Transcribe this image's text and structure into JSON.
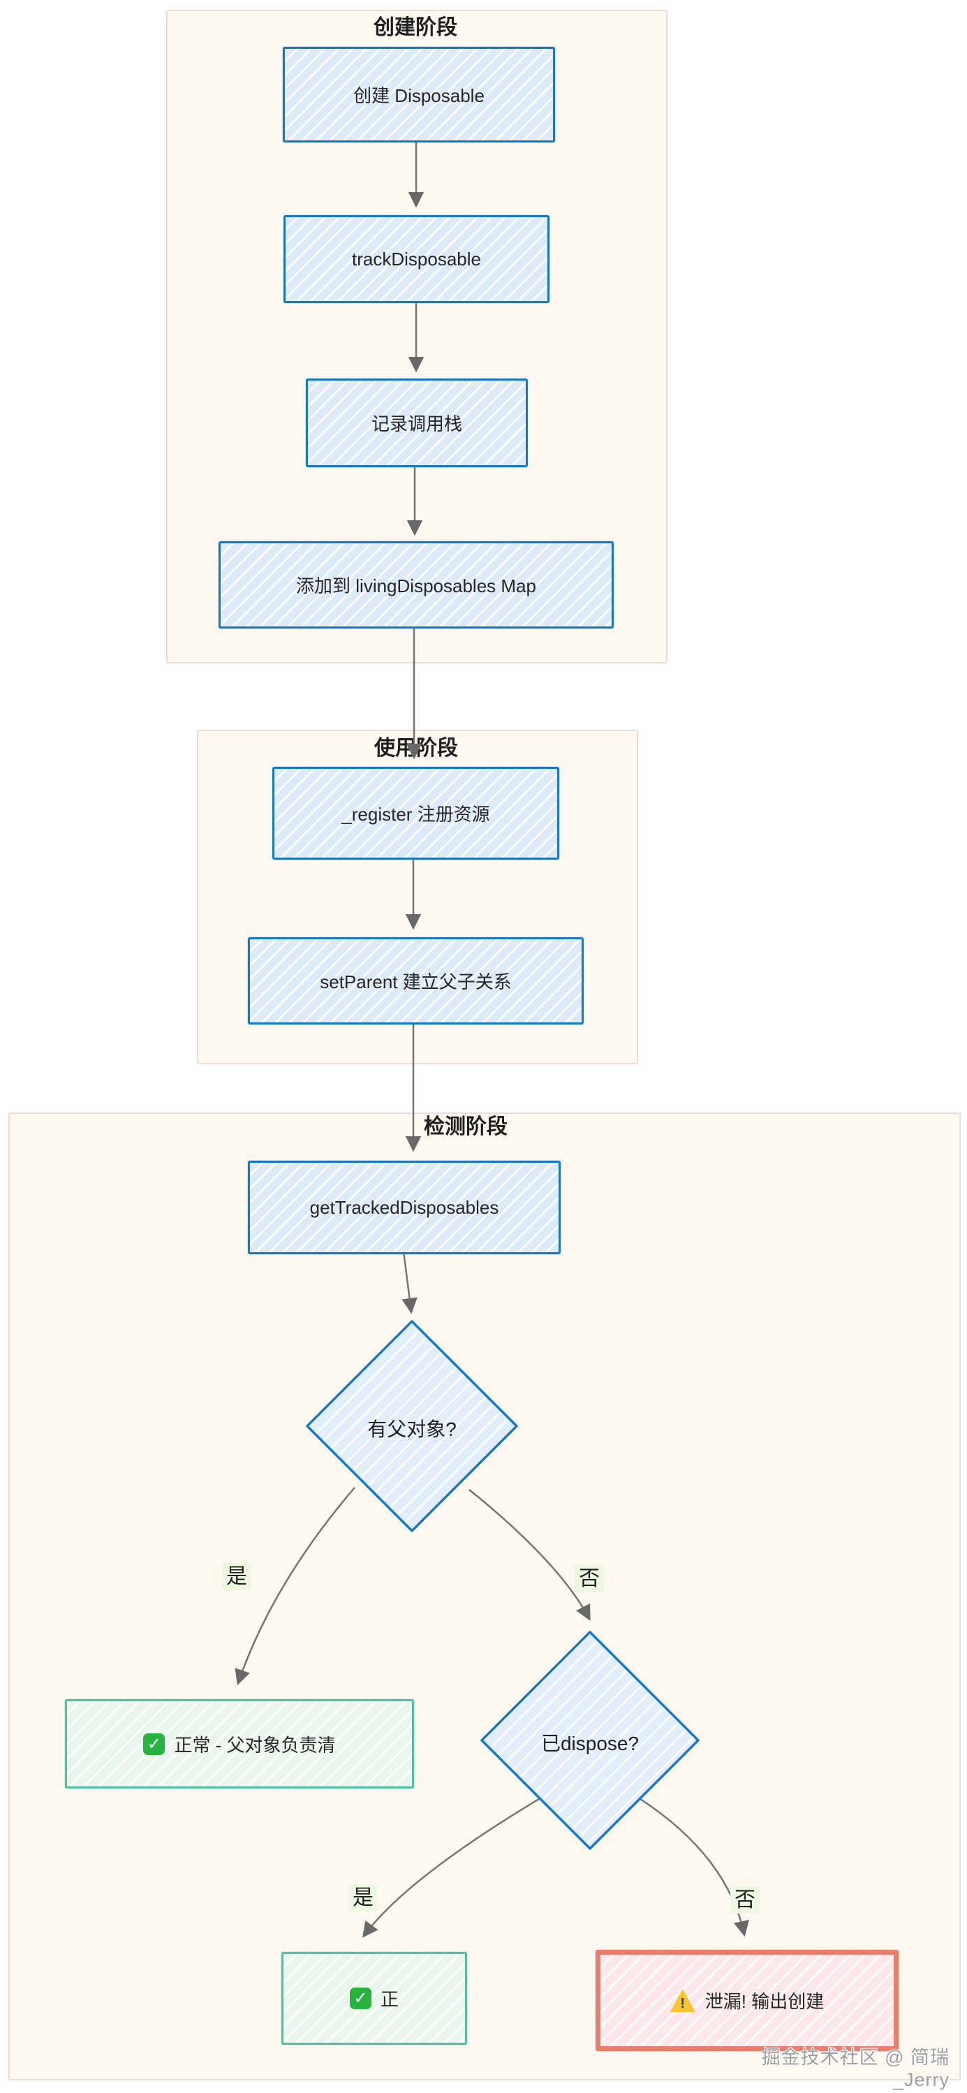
{
  "stages": {
    "creation": {
      "title": "创建阶段",
      "steps": [
        "创建 Disposable",
        "trackDisposable",
        "记录调用栈",
        "添加到 livingDisposables Map"
      ]
    },
    "usage": {
      "title": "使用阶段",
      "steps": [
        "_register 注册资源",
        "setParent 建立父子关系"
      ]
    },
    "detection": {
      "title": "检测阶段",
      "entry": "getTrackedDisposables",
      "decision_has_parent": "有父对象?",
      "decision_disposed": "已dispose?",
      "label_yes_1": "是",
      "label_no_1": "否",
      "label_yes_2": "是",
      "label_no_2": "否",
      "outcome_parent_ok": "正常 - 父对象负责清",
      "outcome_ok": "正",
      "outcome_leak": "泄漏! 输出创建"
    }
  },
  "icons": {
    "check": "✓",
    "warning": "!"
  },
  "watermark": "掘金技术社区 @ 简瑞_Jerry",
  "colors": {
    "node_border": "#1878c8",
    "node_fill": "#dcebf7",
    "ok_border": "#4fc0a5",
    "ok_fill": "#eaf5ee",
    "leak_border": "#e87f6d",
    "leak_fill": "#fce8ec",
    "container_fill": "#fdf9f0",
    "container_border": "#f0dcd4",
    "arrow": "#6f6f6f",
    "branch_label_highlight": "#eef7e1"
  }
}
